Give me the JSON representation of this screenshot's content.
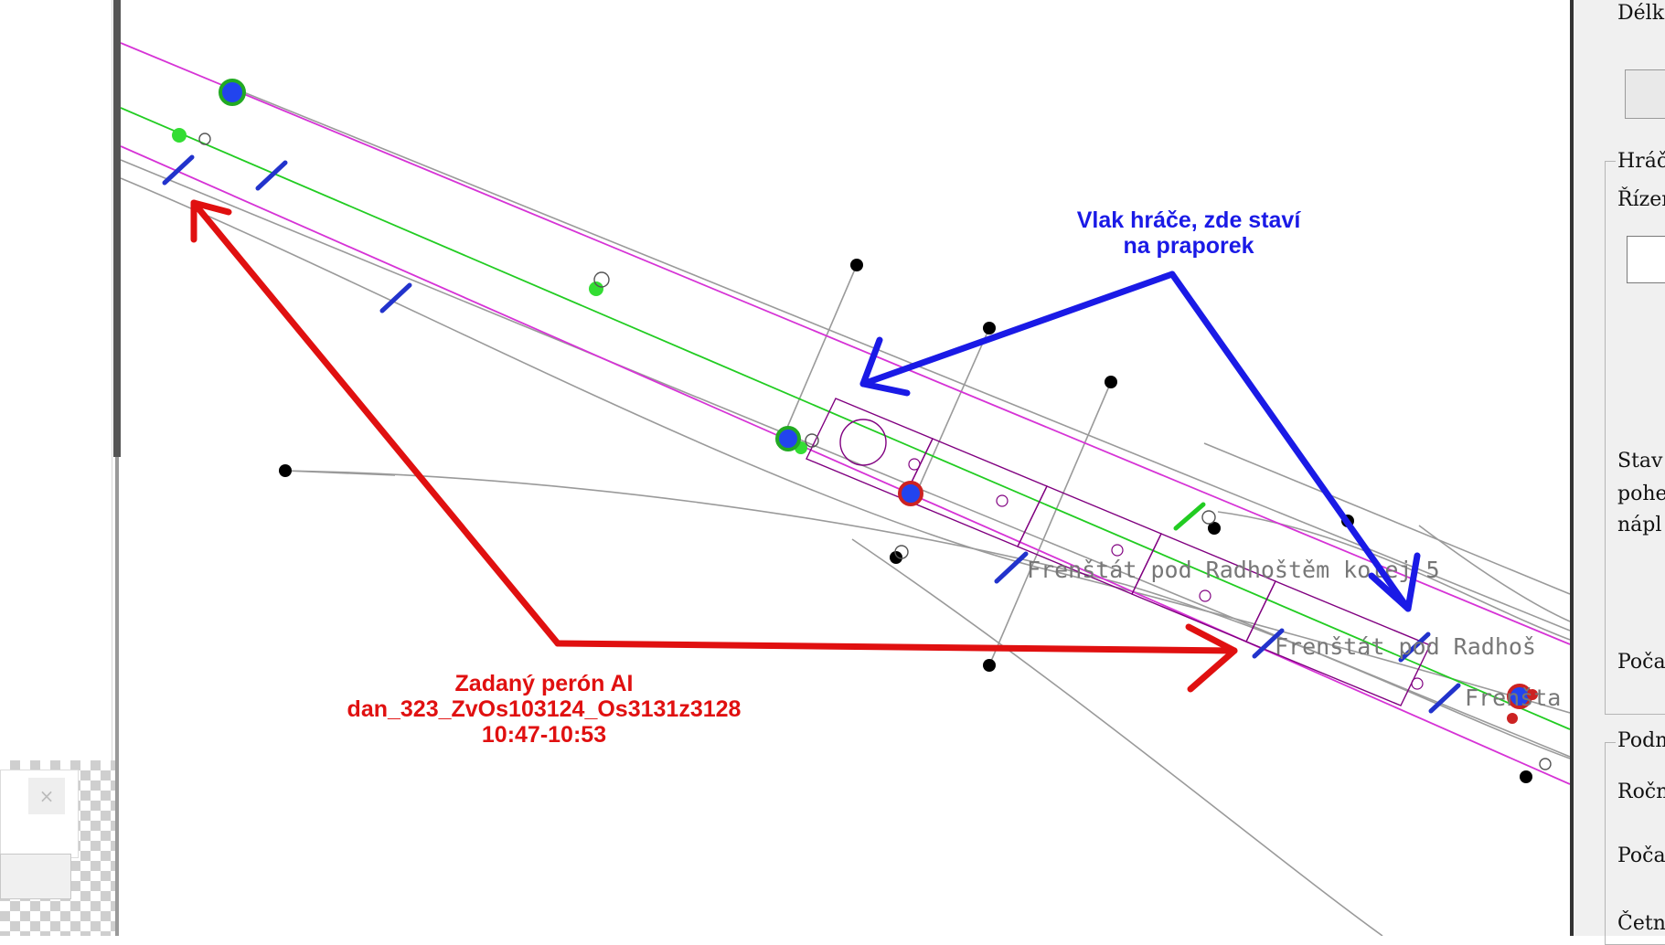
{
  "annotations": {
    "player_train": {
      "line1": "Vlak hráče, zde staví",
      "line2": "na praporek",
      "color": "#1a1ae6"
    },
    "ai_platform": {
      "line1": "Zadaný perón AI",
      "line2": "dan_323_ZvOs103124_Os3131z3128",
      "line3": "10:47-10:53",
      "color": "#e01010"
    }
  },
  "track_labels": {
    "track_5": "Frenštát pod Radhoštěm kolej 5",
    "track_6": "Frenštát pod Radhoš",
    "track_7": "Frenšta"
  },
  "right_panel": {
    "length_label": "Délk",
    "player_group_title": "Hráč",
    "control_label": "Řízen",
    "status_lines": [
      "Stav",
      "pohe",
      "nápl"
    ],
    "count_label": "Poča",
    "lower_group_title": "Podm",
    "year_label": "Ročn",
    "count_label_2": "Poča",
    "last_label": "Četn"
  },
  "mini_dialog": {
    "close_symbol": "×"
  },
  "colors": {
    "track_gray": "#9a9a9a",
    "rail_magenta": "#d633d6",
    "center_green": "#22cc22",
    "signal_blue": "#2233cc",
    "train_purple": "#800080"
  }
}
